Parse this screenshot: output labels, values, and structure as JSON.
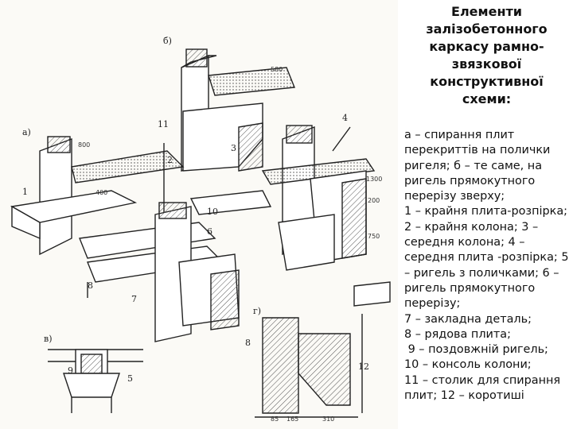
{
  "title": "Елементи\nзалізобетонного\nкаркасу рамно-\nзвязкової\nконструктивної\nсхеми:",
  "caption_lines": [
    {
      "lead": "",
      "text": "а – спирання плит перекриттів на полички ригеля; б – те саме, на ригель прямокутного перерізу зверху;"
    },
    {
      "lead": "",
      "text": "1 – крайня плита-розпірка; 2 – крайня колона; 3 – середня колона; 4 – середня плита -розпірка; 5 – ригель з поличками; 6 – ригель прямокутного перерізу;"
    },
    {
      "lead": "",
      "text": "7 – закладна деталь;"
    },
    {
      "lead": "",
      "text": "8 – рядова плита;"
    },
    {
      "lead": " ",
      "text": "9 – поздовжній ригель;"
    },
    {
      "lead": "",
      "text": "10 – консоль колони;"
    },
    {
      "lead": "",
      "text": "11 – столик для спирання плит; 12 – коротиші"
    }
  ],
  "figure": {
    "part_labels": [
      "а)",
      "б)",
      "в)",
      "г)"
    ],
    "numbers": [
      "1",
      "2",
      "3",
      "4",
      "5",
      "6",
      "7",
      "8",
      "9",
      "10",
      "11",
      "12"
    ],
    "dims": [
      "800",
      "400",
      "1300",
      "165",
      "310",
      "200",
      "85",
      "750",
      "580"
    ]
  },
  "colors": {
    "ink": "#222222",
    "hatch": "#555555",
    "paper": "#fbfaf6"
  }
}
